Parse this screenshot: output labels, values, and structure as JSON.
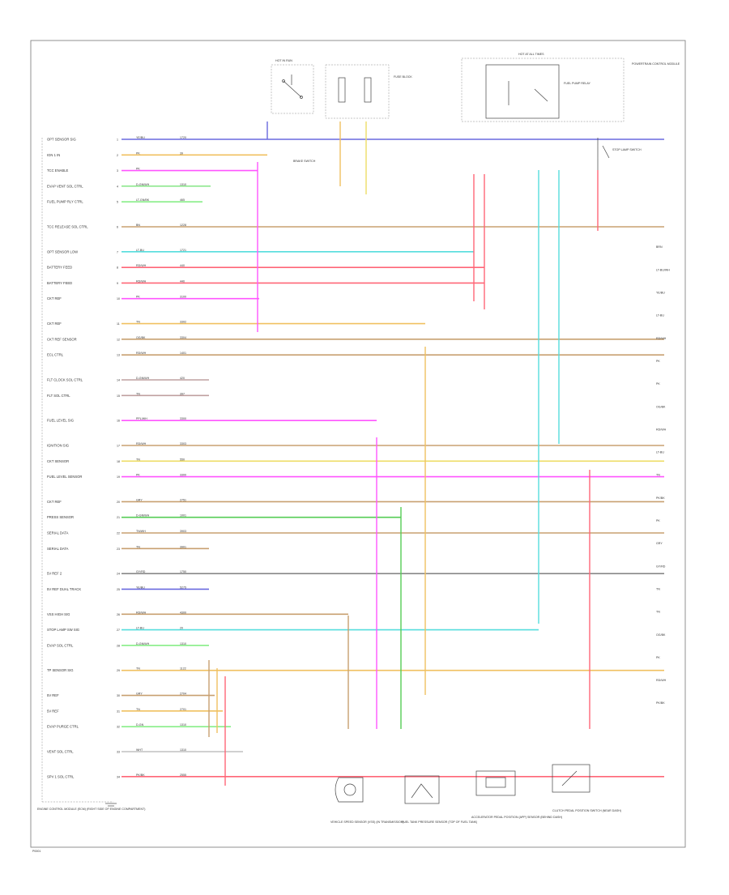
{
  "pins_left": [
    {
      "label": "OPT SENSOR SIG",
      "color_code": "YE/BU",
      "circuit": "1720",
      "wire": "#6a6adf"
    },
    {
      "label": "IGN 1 IN",
      "color_code": "PK",
      "circuit": "39",
      "wire": "#f0c060"
    },
    {
      "label": "TCC ENABLE",
      "color_code": "PK",
      "circuit": "",
      "wire": "#ff55ff"
    },
    {
      "label": "EVAP VENT SOL CTRL",
      "color_code": "D-GN/WH",
      "circuit": "1310",
      "wire": "#8fe88f"
    },
    {
      "label": "FUEL PUMP RLY CTRL",
      "color_code": "LT-GN/BK",
      "circuit": "465",
      "wire": "#88ee88"
    },
    {
      "label": "TCC RELEASE SOL CTRL",
      "color_code": "BN",
      "circuit": "1228",
      "wire": "#c8a070"
    },
    {
      "label": "OPT SENSOR LOW",
      "color_code": "LT-BU",
      "circuit": "1721",
      "wire": "#55dddd"
    },
    {
      "label": "BATTERY FEED",
      "color_code": "RD/WH",
      "circuit": "440",
      "wire": "#ff6677"
    },
    {
      "label": "BATTERY FEED",
      "color_code": "RD/WH",
      "circuit": "440",
      "wire": "#ff6677"
    },
    {
      "label": "CKT REF",
      "color_code": "PK",
      "circuit": "3100",
      "wire": "#ff55ff"
    },
    {
      "label": "CKT REF",
      "color_code": "TN",
      "circuit": "3302",
      "wire": "#f0c060"
    },
    {
      "label": "CKT REF SENSOR",
      "color_code": "OG/BK",
      "circuit": "3304",
      "wire": "#c8a070"
    },
    {
      "label": "ECL CTRL",
      "color_code": "RD/WH",
      "circuit": "1401",
      "wire": "#c8a070"
    },
    {
      "label": "FLT CLOCK SOL CTRL",
      "color_code": "D-GN/WH",
      "circuit": "420",
      "wire": "#bfa0a0"
    },
    {
      "label": "FLT SOL CTRL",
      "color_code": "TN",
      "circuit": "397",
      "wire": "#bfa0a0"
    },
    {
      "label": "FUEL LEVEL SIG",
      "color_code": "PPL/WH",
      "circuit": "3300",
      "wire": "#ff55ff"
    },
    {
      "label": "IGNITION SIG",
      "color_code": "RD/WH",
      "circuit": "3303",
      "wire": "#c8a070"
    },
    {
      "label": "CKT SENSOR",
      "color_code": "TN",
      "circuit": "550",
      "wire": "#eedd66"
    },
    {
      "label": "FUEL LEVEL SENSOR",
      "color_code": "PK",
      "circuit": "3300",
      "wire": "#ff55ff"
    },
    {
      "label": "CKT REF",
      "color_code": "GRY",
      "circuit": "2751",
      "wire": "#c8a070"
    },
    {
      "label": "PRESS SENSOR",
      "color_code": "D-GN/WH",
      "circuit": "1001",
      "wire": "#55cc55"
    },
    {
      "label": "SERIAL DATA",
      "color_code": "TN/WH",
      "circuit": "3903",
      "wire": "#c8a070"
    },
    {
      "label": "SERIAL DATA",
      "color_code": "TN",
      "circuit": "3901",
      "wire": "#c8a070"
    },
    {
      "label": "5V REF 2",
      "color_code": "GY/RD",
      "circuit": "1750",
      "wire": "#888888"
    },
    {
      "label": "5V REF DUAL TRACK",
      "color_code": "YE/BU",
      "circuit": "5275",
      "wire": "#6a6adf"
    },
    {
      "label": "VSS HIGH SIG",
      "color_code": "RD/WH",
      "circuit": "4300",
      "wire": "#c8a070"
    },
    {
      "label": "STOP LAMP SW SIG",
      "color_code": "LT-BU",
      "circuit": "20",
      "wire": "#55dddd"
    },
    {
      "label": "EVAP SOL CTRL",
      "color_code": "D-GN/WH",
      "circuit": "1310",
      "wire": "#88ee88"
    },
    {
      "label": "TP SENSOR SIG",
      "color_code": "TN",
      "circuit": "1122",
      "wire": "#f0c060"
    },
    {
      "label": "5V REF",
      "color_code": "GRY",
      "circuit": "2704",
      "wire": "#c8a070"
    },
    {
      "label": "5V REF",
      "color_code": "TN",
      "circuit": "2701",
      "wire": "#f0c060"
    },
    {
      "label": "EVAP PURGE CTRL",
      "color_code": "D-GN",
      "circuit": "1310",
      "wire": "#88ee88"
    },
    {
      "label": "VENT SOL CTRL",
      "color_code": "WHT",
      "circuit": "1310",
      "wire": "#c0c0c0"
    },
    {
      "label": "SPV 1 SOL CTRL",
      "color_code": "PK/BK",
      "circuit": "2555",
      "wire": "#ff6677"
    }
  ],
  "right_labels": [
    "BRN",
    "LT-BU/WH",
    "YE/BU",
    "LT-BU",
    "RD/WH",
    "PK",
    "PK",
    "OG/BK",
    "RD/WH",
    "LT-BU",
    "TN",
    "PK/BK",
    "PK",
    "GRY",
    "GY/RD",
    "TN",
    "TN",
    "OG/BK",
    "PK",
    "RD/WH",
    "PK/BK"
  ],
  "bottom_components": [
    "VEHICLE SPEED SENSOR (VSS) (IN TRANSMISSION)",
    "FUEL TANK PRESSURE SENSOR (TOP OF FUEL TANK)",
    "ACCELERATOR PEDAL POSITION (APP) SENSOR (BEHIND DASH)",
    "CLUTCH PEDAL POSITION SWITCH (NEAR DASH)"
  ],
  "top_components": {
    "ignition_switch": "HOT IN RUN",
    "brake_switch": "BRAKE SWITCH",
    "stop_lamp": "STOP LAMP SWITCH",
    "ckt_relay": "HOT AT ALL TIMES",
    "fuse_label": "FUSE BLOCK",
    "relay_label": "FUEL PUMP RELAY",
    "powertrain": "POWERTRAIN CONTROL MODULE"
  },
  "footer": "ENGINE CONTROL MODULE (ECM) (RIGHT SIDE OF ENGINE COMPARTMENT)",
  "page_id": "P0001"
}
